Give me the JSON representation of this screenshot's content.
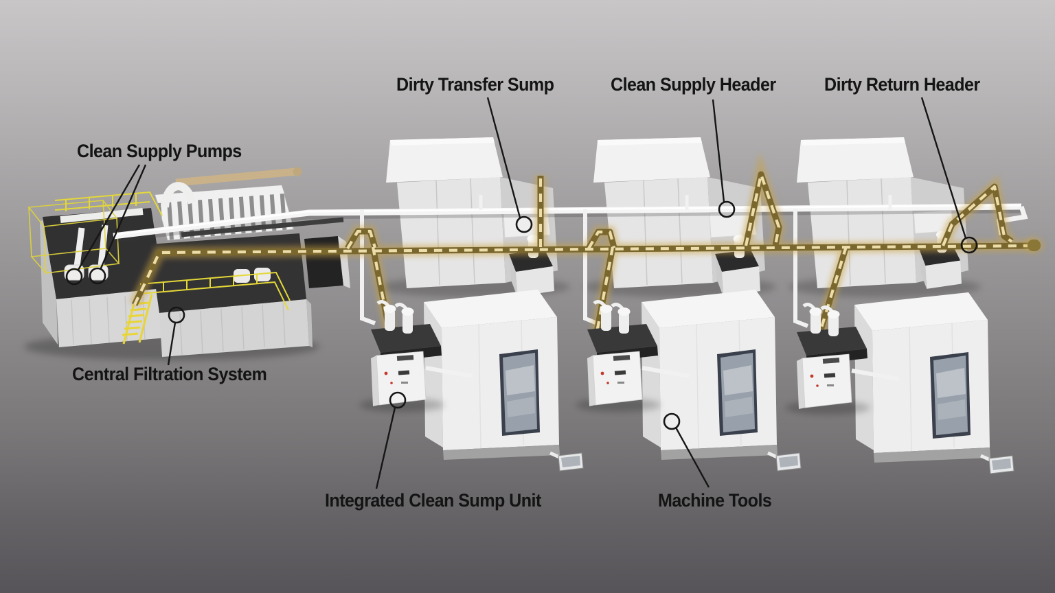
{
  "callouts": {
    "clean_supply_pumps": "Clean Supply Pumps",
    "dirty_transfer_sump": "Dirty Transfer Sump",
    "clean_supply_header": "Clean Supply Header",
    "dirty_return_header": "Dirty Return Header",
    "central_filtration_system": "Central Filtration System",
    "integrated_clean_sump_unit": "Integrated Clean Sump Unit",
    "machine_tools": "Machine Tools"
  },
  "colors": {
    "label_text": "#141414",
    "leader_line": "#161616",
    "background_top": "#c8c6c7",
    "background_bottom": "#565458",
    "clean_pipe_white": "#f6f5f5",
    "dirty_pipe_body": "#7a672e",
    "dirty_pipe_dash": "#ecddab",
    "dirty_pipe_glow": "#c9a23f",
    "safety_yellow": "#e8d537",
    "machine_white": "#f2f1f1",
    "dark_surface": "#2d2c2d"
  }
}
